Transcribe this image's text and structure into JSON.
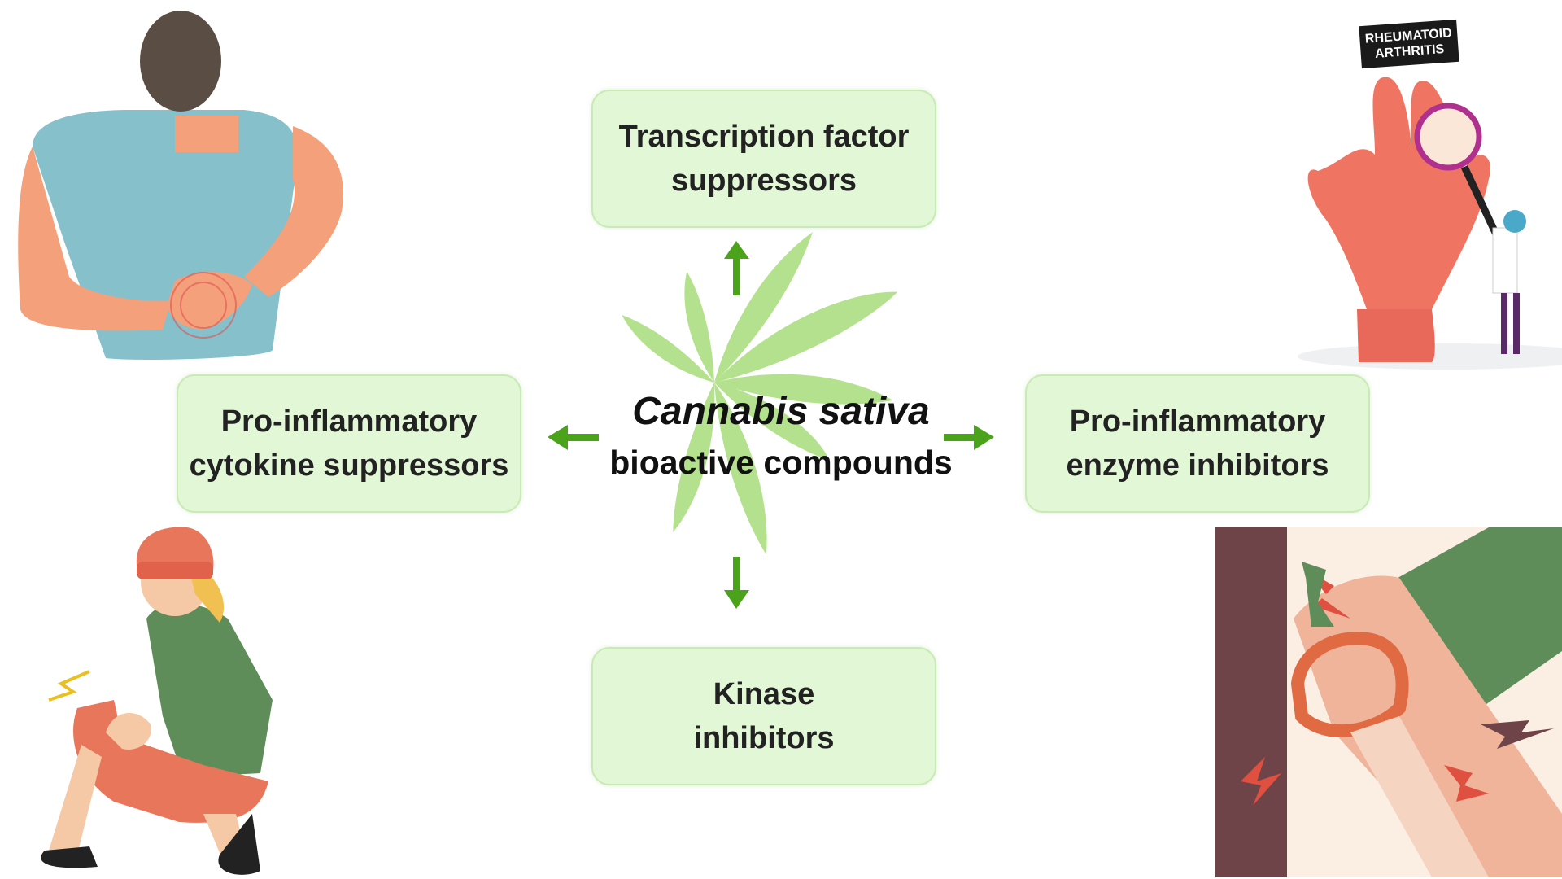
{
  "center": {
    "title": "Cannabis sativa",
    "subtitle": "bioactive compounds"
  },
  "boxes": {
    "top": {
      "line1": "Transcription factor",
      "line2": "suppressors"
    },
    "left": {
      "line1": "Pro-inflammatory",
      "line2": "cytokine suppressors"
    },
    "right": {
      "line1": "Pro-inflammatory",
      "line2": "enzyme inhibitors"
    },
    "bottom": {
      "line1": "Kinase",
      "line2": "inhibitors"
    }
  },
  "badge": {
    "line1": "RHEUMATOID",
    "line2": "ARTHRITIS"
  },
  "colors": {
    "box_fill": "#e2f7d6",
    "arrow": "#4aa31a",
    "leaf": "#a8dc7a"
  },
  "icons": [
    "cannabis-leaf-icon",
    "back-pain-illustration",
    "rheumatoid-hand-illustration",
    "knee-pain-illustration",
    "knee-joint-illustration"
  ]
}
